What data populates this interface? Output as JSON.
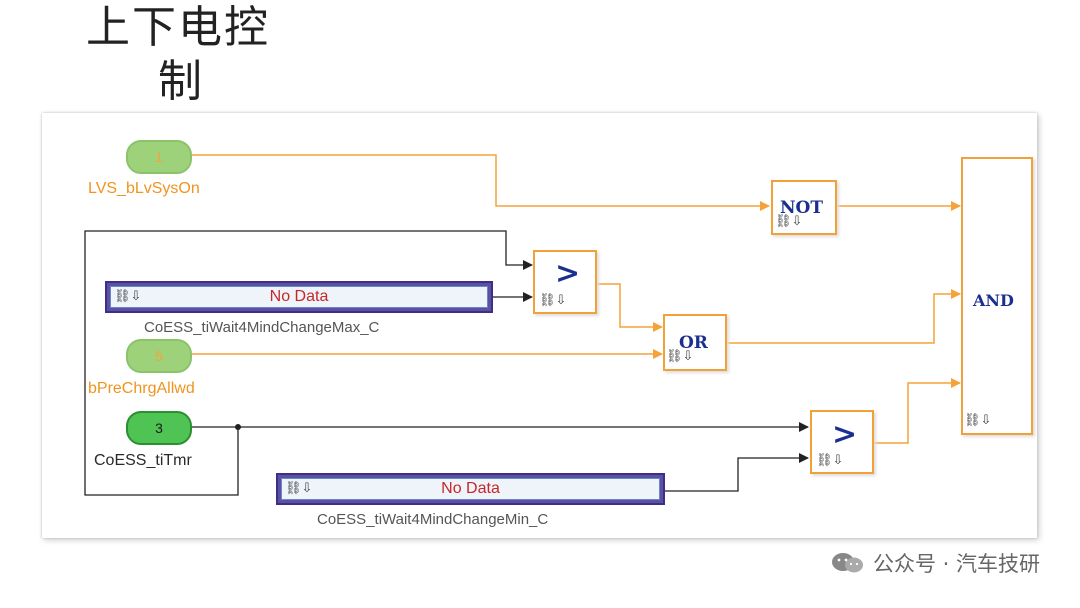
{
  "title": {
    "line1": "上下电控",
    "line2": "制"
  },
  "ports": {
    "p1": {
      "number": "1",
      "label": "LVS_bLvSysOn"
    },
    "p5": {
      "number": "5",
      "label": "bPreChrgAllwd"
    },
    "p3": {
      "number": "3",
      "label": "CoESS_tiTmr"
    }
  },
  "constants": {
    "max": {
      "value": "No Data",
      "label": "CoESS_tiWait4MindChangeMax_C"
    },
    "min": {
      "value": "No Data",
      "label": "CoESS_tiWait4MindChangeMin_C"
    }
  },
  "blocks": {
    "not_op": "NOT",
    "gt1_op": ">",
    "or_op": "OR",
    "gt2_op": ">",
    "and_op": "AND"
  },
  "glyphs": {
    "link": "⛓⇩"
  },
  "colors": {
    "signal_orange": "#f5a23a",
    "signal_black": "#222222",
    "block_border": "#f0a13a",
    "operator_text": "#1a2f8f",
    "const_fill": "#5b4fa8",
    "no_data_text": "#c62828"
  },
  "watermark": {
    "text": "公众号 · 汽车技研",
    "icon": "wechat-icon"
  }
}
